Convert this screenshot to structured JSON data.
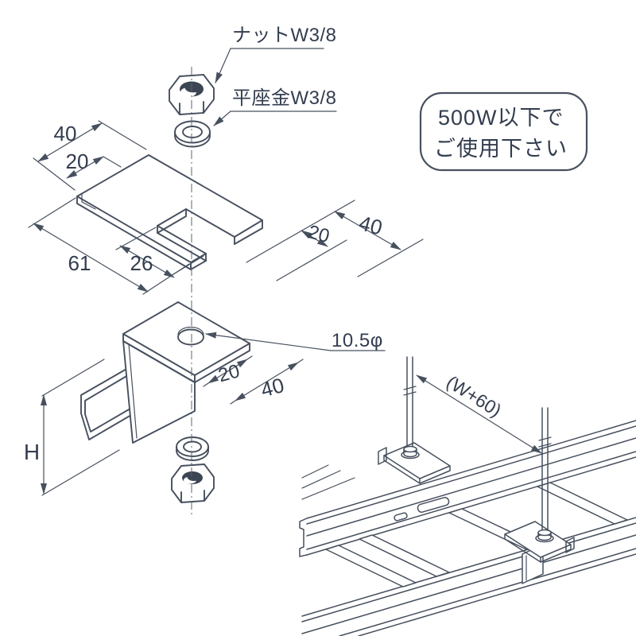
{
  "drawing": {
    "callouts": {
      "nut": "ナットW3/8",
      "flat_washer": "平座金W3/8",
      "hole_diameter": "10.5φ"
    },
    "note_box": {
      "line1": "500W以下で",
      "line2": "ご使用下さい"
    },
    "dimensions": {
      "top_plate_width": "40",
      "top_plate_width_offset": "20",
      "top_plate_length": "61",
      "slot_depth": "26",
      "plate_right_offset": "20",
      "plate_right_width": "40",
      "bracket_hole_offset": "20",
      "bracket_top_width": "40",
      "bracket_height": "H",
      "rod_spacing": "(W+60)"
    },
    "colors": {
      "line": "#47505e",
      "text": "#333d4f",
      "background": "#ffffff"
    }
  }
}
